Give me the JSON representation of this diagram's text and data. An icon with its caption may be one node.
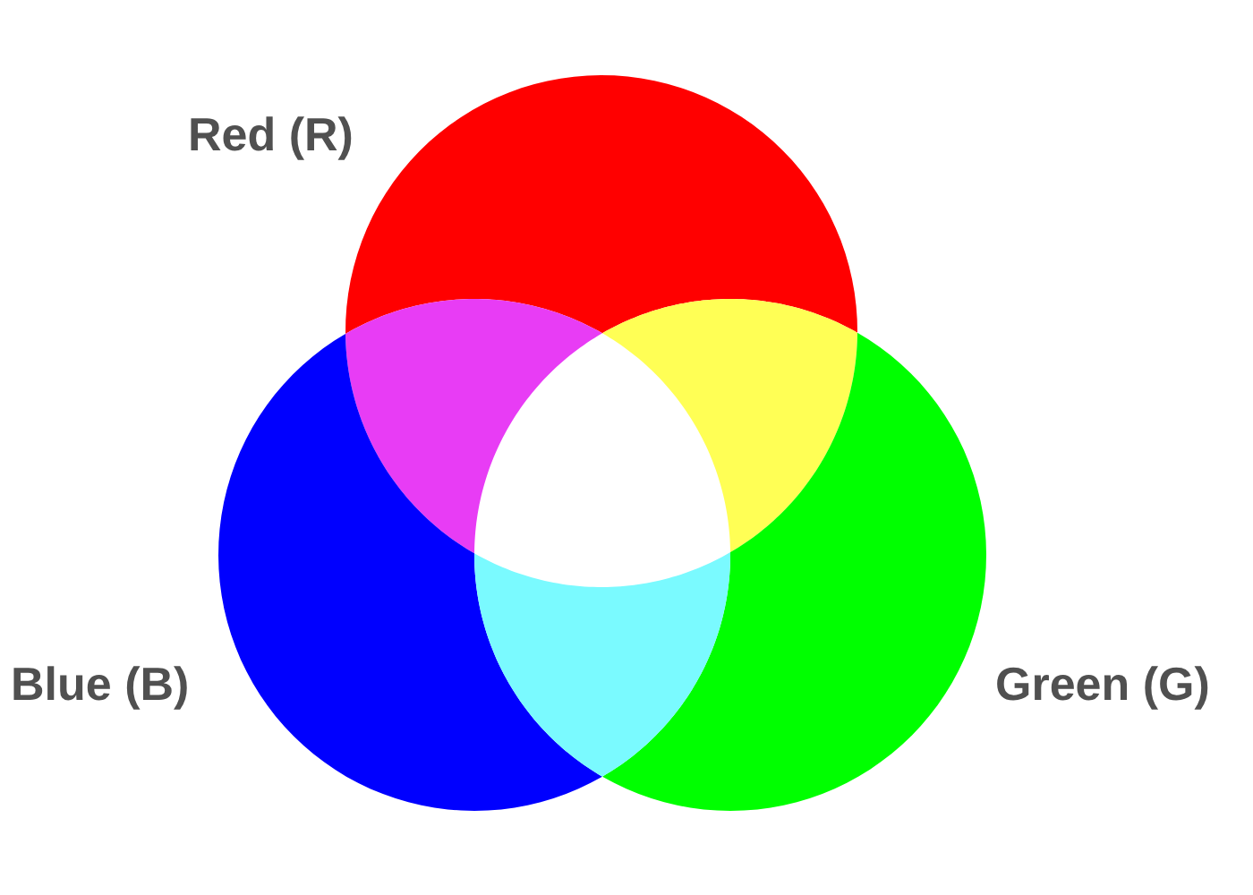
{
  "diagram": {
    "nodes": [
      {
        "text": [
          "Red (R)"
        ]
      },
      {
        "text": [
          "Blue (B)"
        ]
      },
      {
        "text": [
          "Green (G)"
        ]
      }
    ]
  }
}
